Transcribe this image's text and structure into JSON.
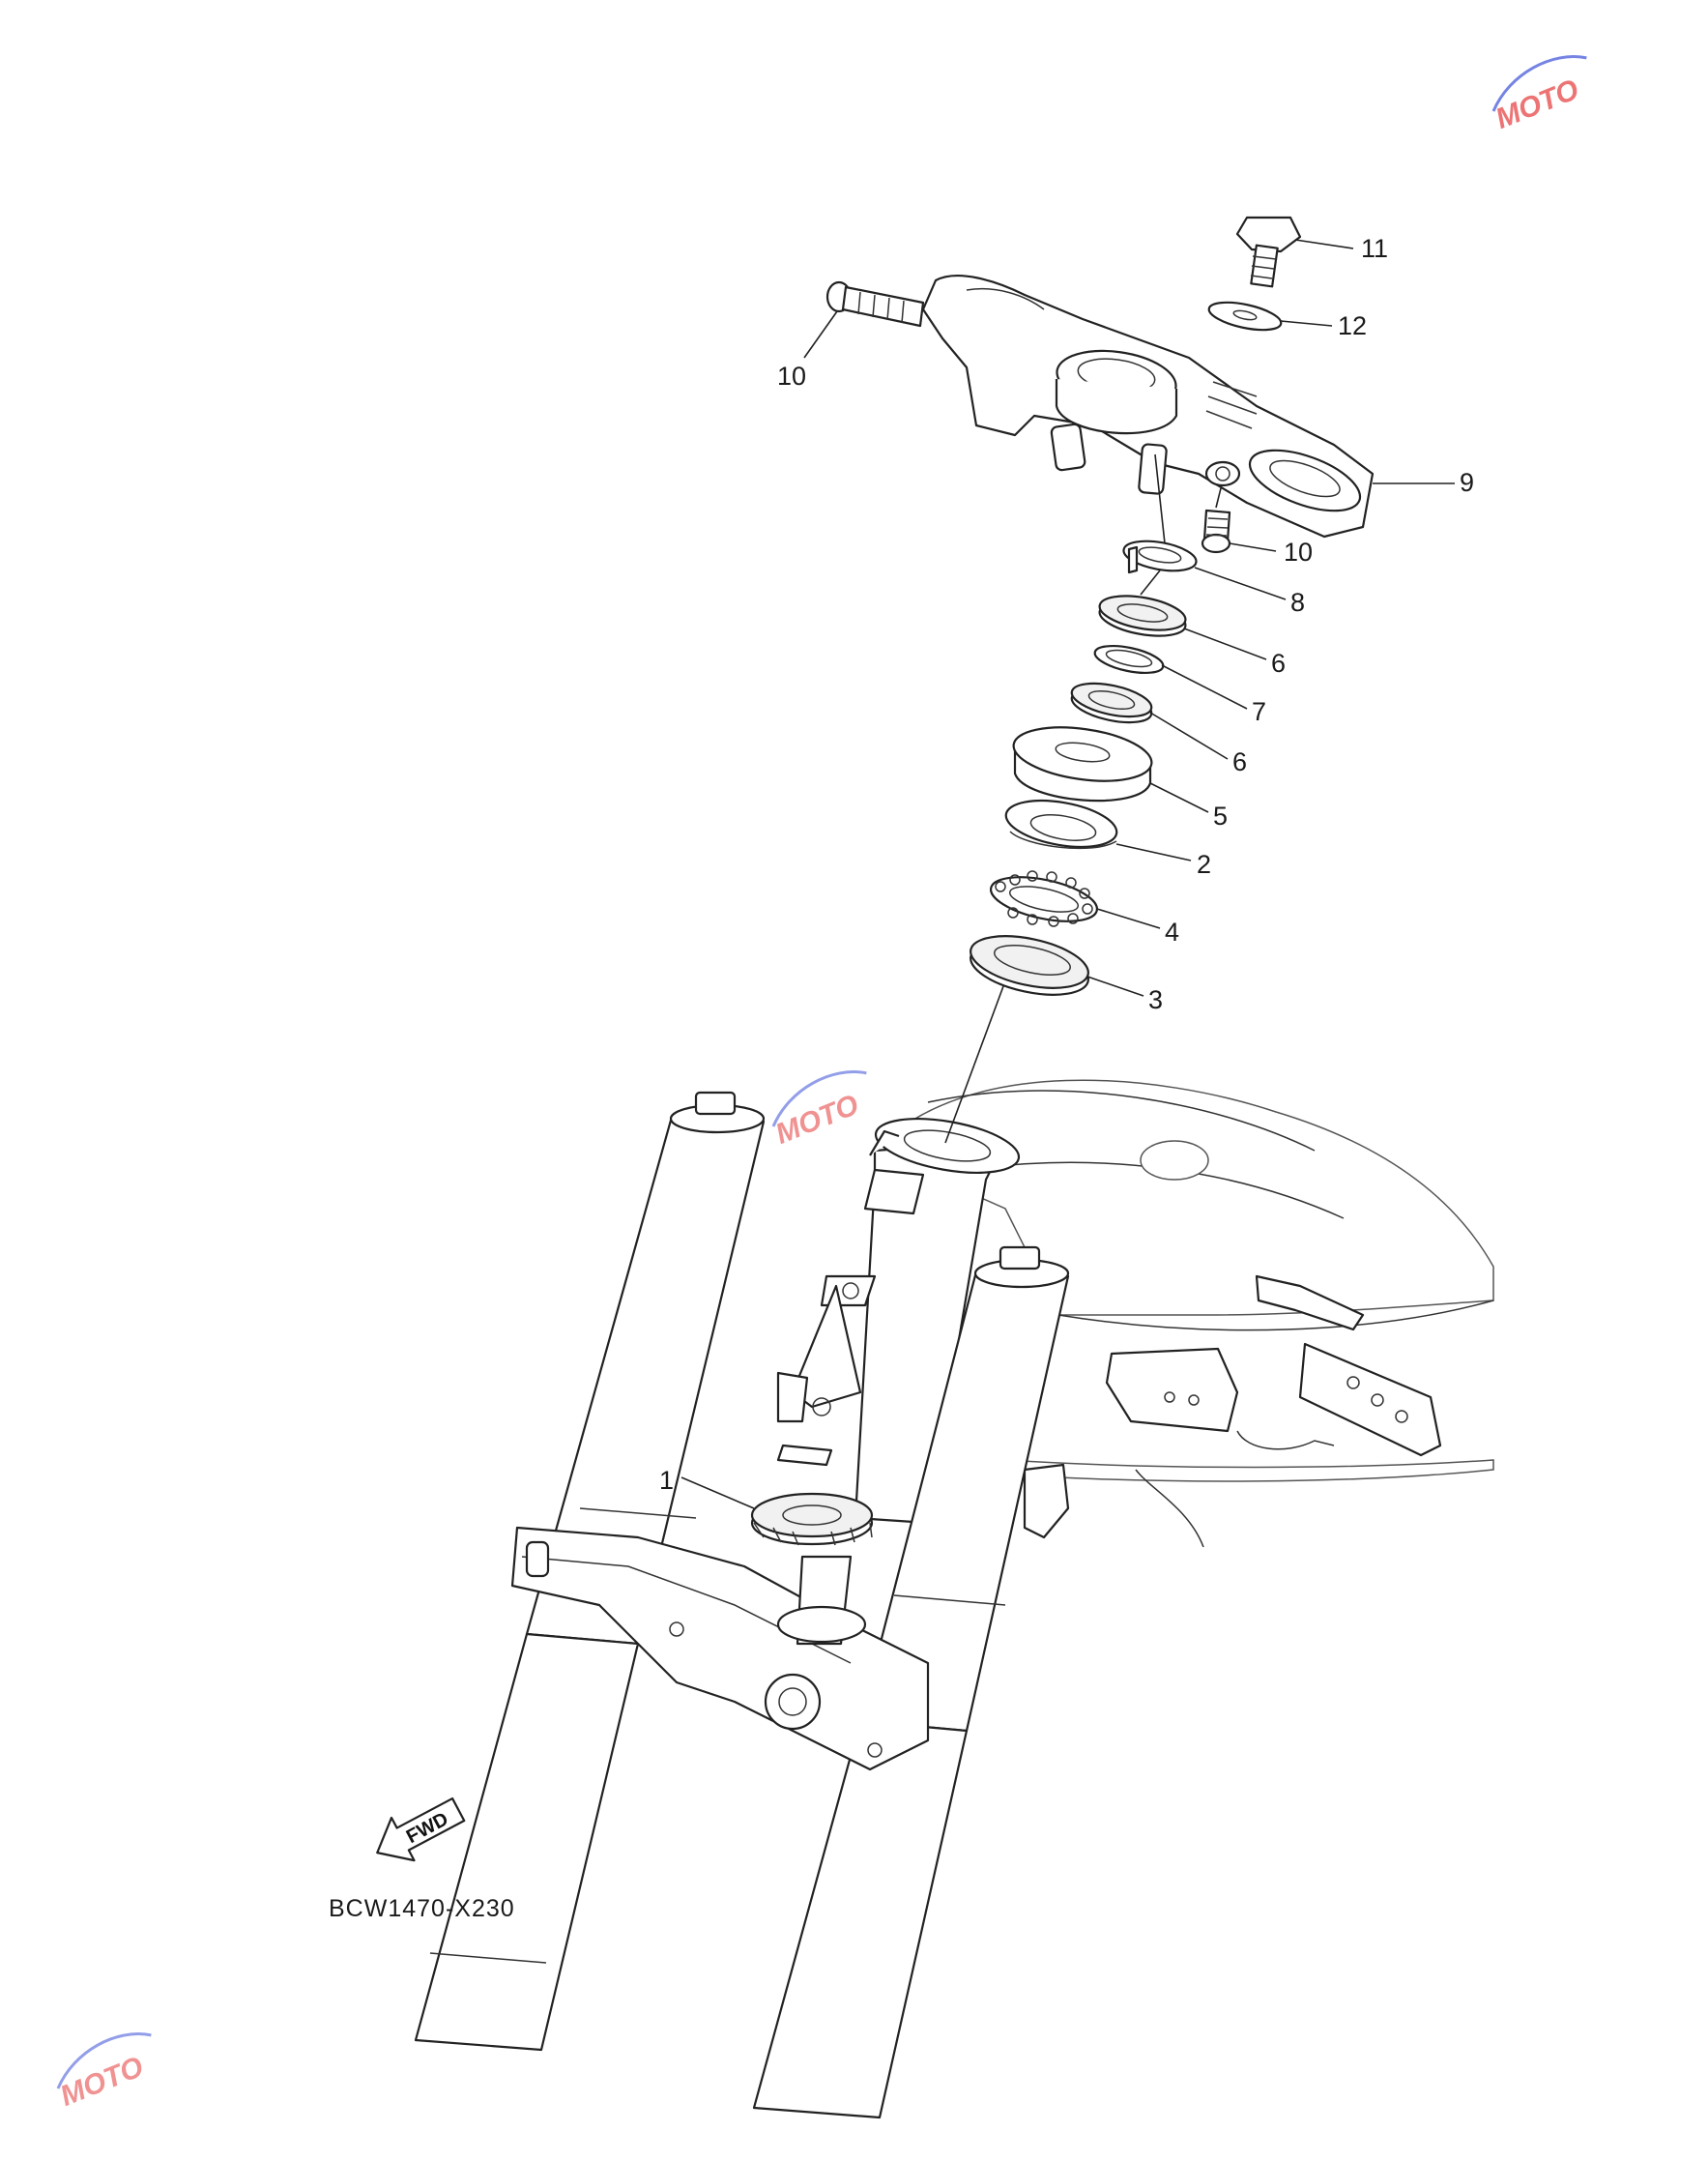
{
  "diagram": {
    "code": "BCW1470-X230",
    "fwd_label": "FWD",
    "callouts": [
      {
        "id": "c11",
        "label": "11"
      },
      {
        "id": "c12",
        "label": "12"
      },
      {
        "id": "c10a",
        "label": "10"
      },
      {
        "id": "c9",
        "label": "9"
      },
      {
        "id": "c10b",
        "label": "10"
      },
      {
        "id": "c8",
        "label": "8"
      },
      {
        "id": "c6a",
        "label": "6"
      },
      {
        "id": "c7",
        "label": "7"
      },
      {
        "id": "c6b",
        "label": "6"
      },
      {
        "id": "c5",
        "label": "5"
      },
      {
        "id": "c2",
        "label": "2"
      },
      {
        "id": "c4",
        "label": "4"
      },
      {
        "id": "c3",
        "label": "3"
      },
      {
        "id": "c1",
        "label": "1"
      }
    ]
  },
  "watermark": {
    "logo_text": "MOTO",
    "colors": {
      "red": "#e43a3a",
      "blue": "#3b4fd8"
    }
  }
}
